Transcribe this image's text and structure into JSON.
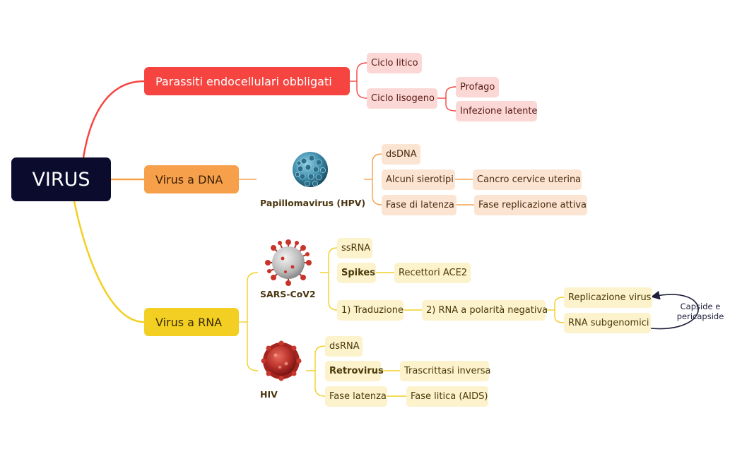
{
  "root": {
    "label": "VIRUS"
  },
  "colors": {
    "root": "#0b0b2e",
    "red": "#f64540",
    "orange": "#f7a04b",
    "yellow": "#f3cf23"
  },
  "branches": {
    "parassiti": {
      "label": "Parassiti endocellulari obbligati",
      "ciclo_litico": "Ciclo litico",
      "ciclo_lisogeno": "Ciclo lisogeno",
      "profago": "Profago",
      "infezione_latente": "Infezione latente"
    },
    "dna": {
      "label": "Virus a DNA",
      "virus_name": "Papillomavirus (HPV)",
      "virus_icon": "hpv-virus-icon",
      "dsdna": "dsDNA",
      "alcuni_sierotipi": "Alcuni sierotipi",
      "cancro": "Cancro cervice uterina",
      "fase_latenza": "Fase di latenza",
      "fase_replicazione": "Fase replicazione attiva"
    },
    "rna": {
      "label": "Virus a RNA",
      "sars": {
        "name": "SARS-CoV2",
        "icon": "sars-cov2-virus-icon",
        "ssrna": "ssRNA",
        "spikes": "Spikes",
        "recettori": "Recettori ACE2",
        "traduzione": "1) Traduzione",
        "rna_neg": "2) RNA a polarità negativa",
        "replicazione": "Replicazione virus",
        "subgenomici": "RNA subgenomici",
        "note": "Capside e pericapside"
      },
      "hiv": {
        "name": "HIV",
        "icon": "hiv-virus-icon",
        "dsrna": "dsRNA",
        "retrovirus": "Retrovirus",
        "trascrittasi": "Trascrittasi inversa",
        "fase_latenza": "Fase latenza",
        "fase_litica": "Fase litica (AIDS)"
      }
    }
  }
}
